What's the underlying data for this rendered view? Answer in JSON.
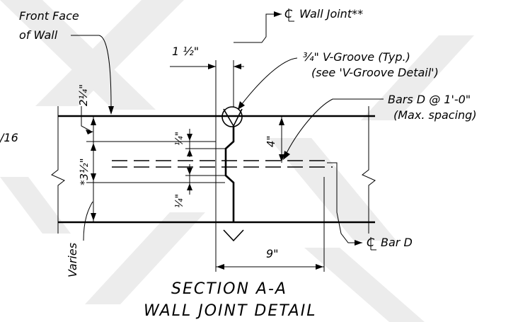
{
  "labels": {
    "front_face_1": "Front Face",
    "front_face_2": "of Wall",
    "cl_wall_joint": "Wall Joint**",
    "one_half": "1 ½\"",
    "vgroove_1": "¾\" V-Groove (Typ.)",
    "vgroove_2": "(see 'V-Groove Detail')",
    "bars_1": "Bars D @ 1'-0\"",
    "bars_2": "(Max. spacing)",
    "two_quarter": "2¼\"",
    "side_fragment": "/16",
    "quarter_top": "¼\"",
    "four_inch": "4\"",
    "three_half": "*3½\"",
    "quarter_bottom": "¼\"",
    "varies": "Varies",
    "nine_inch": "9\"",
    "cl_bar_d": "Bar D"
  },
  "title": {
    "line1": "SECTION A-A",
    "line2": "WALL JOINT DETAIL"
  },
  "colors": {
    "line": "#000000",
    "watermark": "#ececec",
    "background": "#ffffff"
  }
}
